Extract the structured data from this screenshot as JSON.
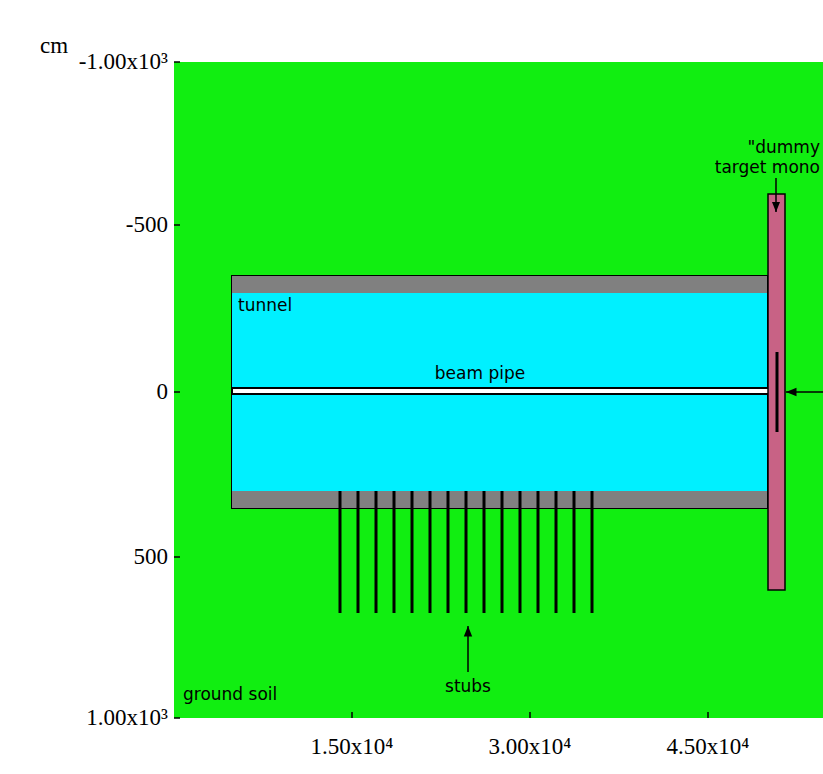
{
  "diagram": {
    "nodes": [
      {
        "text": [
          "ground soil"
        ]
      },
      {
        "text": [
          "tunnel"
        ],
        "in": 0
      }
    ],
    "labels": [
      "cm",
      "-1.00x10³",
      "-500",
      "0",
      "500",
      "1.00x10³",
      "1.50x10⁴",
      "3.00x10⁴",
      "4.50x10⁴",
      "\"dummy",
      "target mono",
      "beam pipe",
      "stubs"
    ]
  }
}
